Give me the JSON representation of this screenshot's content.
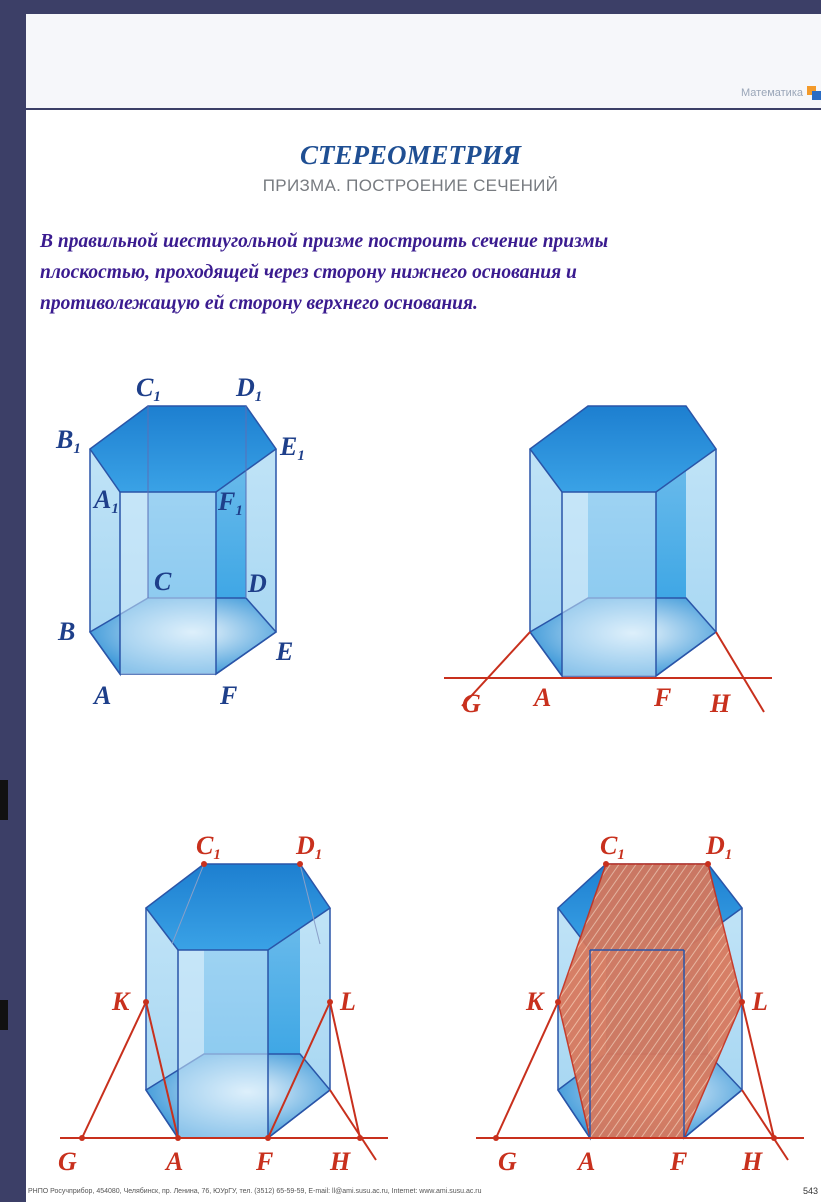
{
  "brand": {
    "label": "Математика"
  },
  "header": {
    "title": "СТЕРЕОМЕТРИЯ",
    "subtitle": "ПРИЗМА. ПОСТРОЕНИЕ СЕЧЕНИЙ"
  },
  "task": {
    "lines": [
      "В правильной шестиугольной призме построить сечение призмы",
      "плоскостью, проходящей через сторону нижнего основания и",
      "противолежащую ей сторону верхнего основания."
    ]
  },
  "figure1": {
    "labels": {
      "C1": "C",
      "D1": "D",
      "B1": "B",
      "E1": "E",
      "A1": "A",
      "F1": "F",
      "sub": "1",
      "C": "C",
      "D": "D",
      "B": "B",
      "E": "E",
      "A": "A",
      "F": "F"
    }
  },
  "figure2": {
    "labels": {
      "G": "G",
      "A": "A",
      "F": "F",
      "H": "H"
    }
  },
  "figure3": {
    "labels": {
      "C1": "C",
      "D1": "D",
      "sub": "1",
      "K": "K",
      "L": "L",
      "G": "G",
      "A": "A",
      "F": "F",
      "H": "H"
    }
  },
  "figure4": {
    "labels": {
      "C1": "C",
      "D1": "D",
      "sub": "1",
      "K": "K",
      "L": "L",
      "G": "G",
      "A": "A",
      "F": "F",
      "H": "H"
    }
  },
  "footer": {
    "text": "РНПО Росучприбор, 454080, Челябинск, пр. Ленина, 76, ЮУрГУ, тел. (3512) 65-59-59, E-mail: ll@ami.susu.ac.ru, Internet: www.ami.susu.ac.ru",
    "page": "543"
  },
  "colors": {
    "title": "#1f4f93",
    "task": "#3a1b8f",
    "construction": "#c8301d",
    "prism": "#2f8fd0"
  }
}
